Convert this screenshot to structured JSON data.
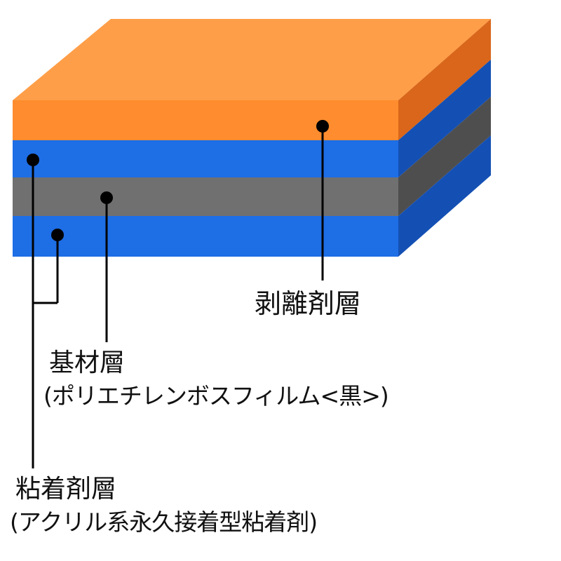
{
  "layers": [
    {
      "id": "release",
      "color": "#FF8C2E",
      "side_color": "#D9661A",
      "top_color": "#FF9E48"
    },
    {
      "id": "adhesive_top",
      "color": "#1E6EE6",
      "side_color": "#1450B4"
    },
    {
      "id": "base",
      "color": "#707070",
      "side_color": "#4E4E4E"
    },
    {
      "id": "adhesive_bottom",
      "color": "#1E6EE6",
      "side_color": "#1450B4"
    }
  ],
  "labels": {
    "release": "剥離剤層",
    "base_title": "基材層",
    "base_sub": "(ポリエチレンボスフィルム<黒>)",
    "adhesive_title": "粘着剤層",
    "adhesive_sub": "(アクリル系永久接着型粘着剤)"
  },
  "leader_color": "#000000"
}
